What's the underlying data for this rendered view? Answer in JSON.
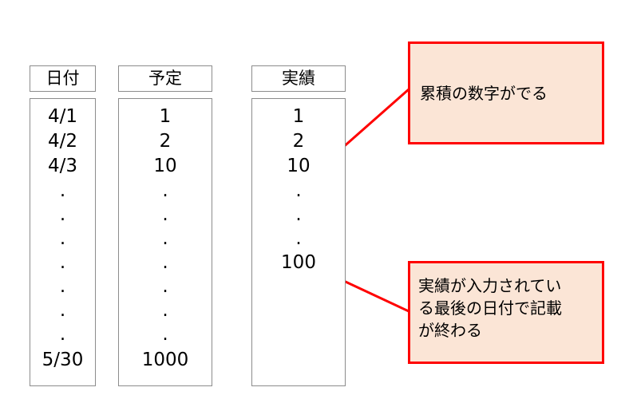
{
  "columns": [
    {
      "header": "日付",
      "cells": [
        "4/1",
        "4/2",
        "4/3",
        ".",
        ".",
        ".",
        ".",
        ".",
        ".",
        ".",
        "5/30"
      ]
    },
    {
      "header": "予定",
      "cells": [
        "1",
        "2",
        "10",
        ".",
        ".",
        ".",
        ".",
        ".",
        ".",
        ".",
        "1000"
      ]
    },
    {
      "header": "実績",
      "cells": [
        "1",
        "2",
        "10",
        ".",
        ".",
        ".",
        "100"
      ]
    }
  ],
  "callouts": {
    "top": "累積の数字がでる",
    "bottom": [
      "実績が入力されてい",
      "る最後の日付で記載",
      "が終わる"
    ]
  },
  "colors": {
    "callout_fill": "#fbe5d6",
    "callout_border": "#ff0000",
    "connector": "#ff0000",
    "box_border": "#8c8c8c"
  }
}
